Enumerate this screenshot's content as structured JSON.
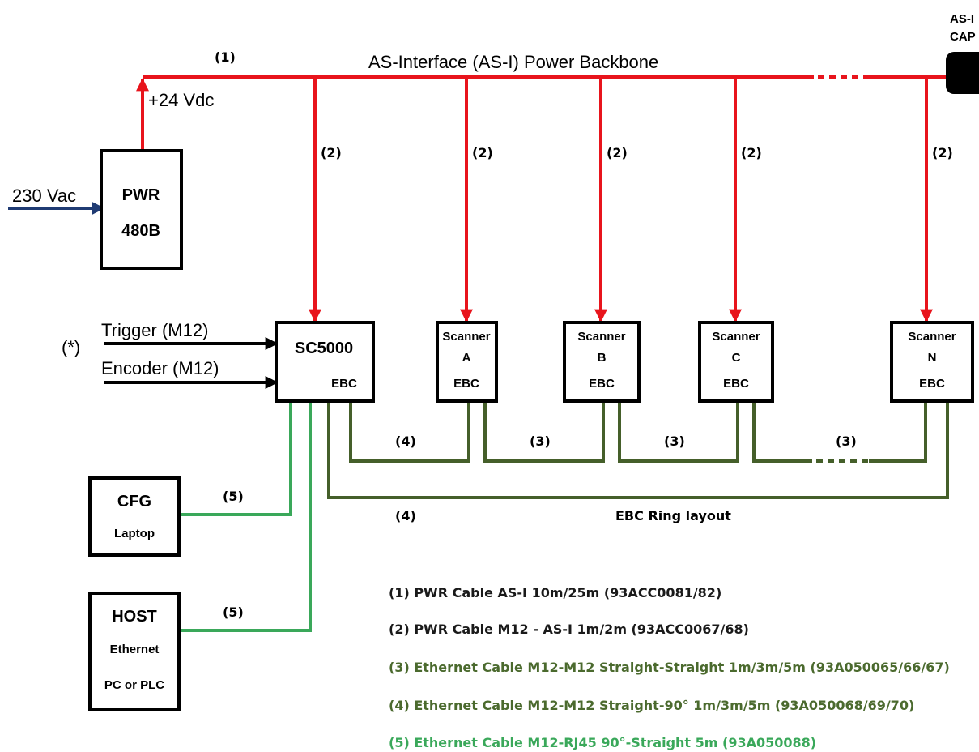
{
  "backbone": {
    "title": "AS-Interface (AS-I) Power Backbone",
    "cable_tag": "(1)",
    "voltage": "+24 Vdc",
    "cap_label_line1": "AS-I",
    "cap_label_line2": "CAP"
  },
  "power_supply": {
    "input": "230 Vac",
    "line1": "PWR",
    "line2": "480B"
  },
  "drop_tag": "(2)",
  "controller": {
    "name": "SC5000",
    "sub": "EBC",
    "trigger": "Trigger (M12)",
    "encoder": "Encoder (M12)",
    "note": "(*)"
  },
  "scanners": [
    {
      "line1": "Scanner",
      "line2": "A",
      "line3": "EBC"
    },
    {
      "line1": "Scanner",
      "line2": "B",
      "line3": "EBC"
    },
    {
      "line1": "Scanner",
      "line2": "C",
      "line3": "EBC"
    },
    {
      "line1": "Scanner",
      "line2": "N",
      "line3": "EBC"
    }
  ],
  "ring": {
    "tag_first": "(4)",
    "tag_mid": "(3)",
    "tag_return": "(4)",
    "layout_label": "EBC Ring layout"
  },
  "cfg": {
    "line1": "CFG",
    "line2": "Laptop",
    "tag": "(5)"
  },
  "host": {
    "line1": "HOST",
    "line2": "Ethernet",
    "line3": "PC or PLC",
    "tag": "(5)"
  },
  "legend": [
    {
      "text": "(1) PWR Cable AS-I 10m/25m (93ACC0081/82)",
      "color": "#1a1a1a"
    },
    {
      "text": "(2) PWR Cable M12 - AS-I 1m/2m (93ACC0067/68)",
      "color": "#1a1a1a"
    },
    {
      "text": "(3) Ethernet Cable M12-M12 Straight-Straight 1m/3m/5m (93A050065/66/67)",
      "color": "#4b6a2e"
    },
    {
      "text": "(4) Ethernet Cable M12-M12 Straight-90° 1m/3m/5m (93A050068/69/70)",
      "color": "#4b6a2e"
    },
    {
      "text": "(5) Ethernet Cable M12-RJ45 90°-Straight 5m (93A050088)",
      "color": "#3aa85a"
    }
  ],
  "colors": {
    "power": "#e8141c",
    "input": "#1f3b73",
    "ring": "#455f2a",
    "lan": "#3aa85a",
    "box": "#000000"
  }
}
